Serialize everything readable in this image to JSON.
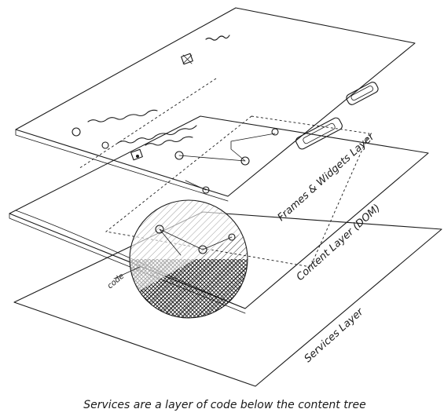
{
  "layers": {
    "frames_widgets": "Frames & Widgets Layer",
    "content": "Content Layer (DOM)",
    "services": "Services Layer"
  },
  "annotation": {
    "code": "code"
  },
  "caption": "Services are a layer of code below the content tree",
  "icons": [
    "close-box-icon",
    "radio-icon",
    "checkbox-icon",
    "button-icon"
  ]
}
